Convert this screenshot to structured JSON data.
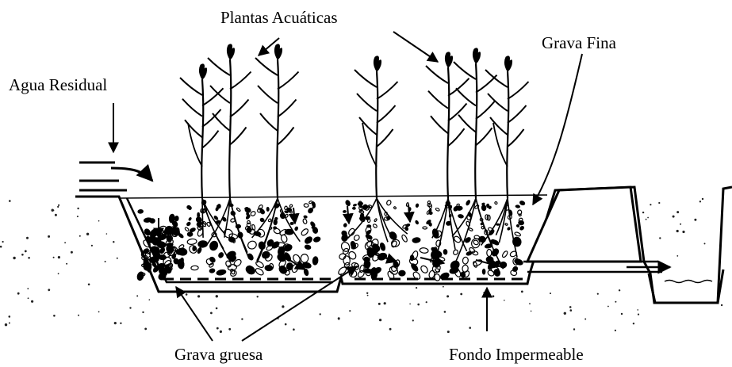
{
  "labels": {
    "plantas": "Plantas Acuáticas",
    "grava_fina": "Grava Fina",
    "agua_residual": "Agua Residual",
    "grava_gruesa": "Grava gruesa",
    "fondo": "Fondo Impermeable"
  },
  "colors": {
    "ink": "#000000",
    "background": "#ffffff",
    "soil_dots": "#222222"
  }
}
